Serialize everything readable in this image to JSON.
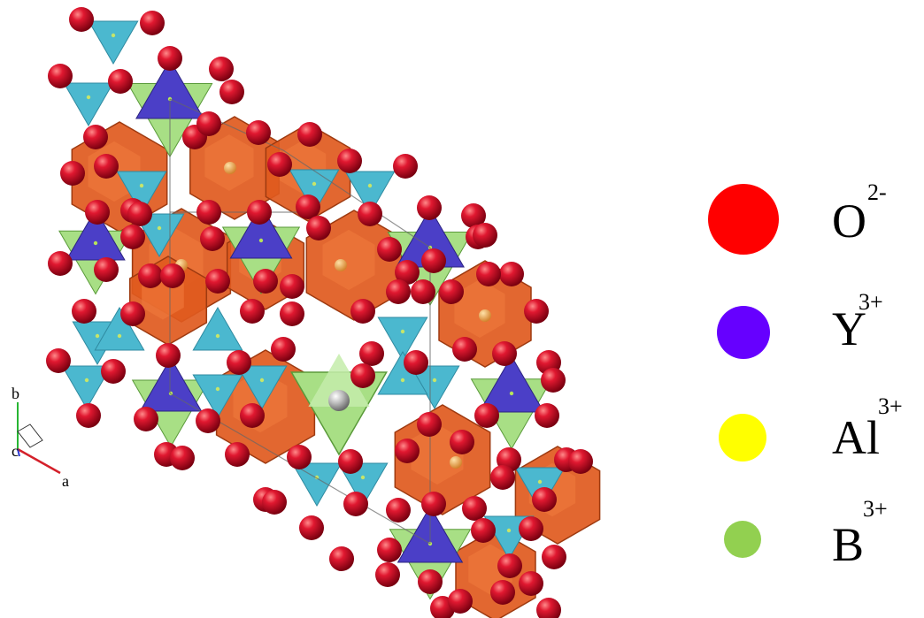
{
  "legend": [
    {
      "symbol": "O",
      "charge": "2-",
      "color": "#ff0000",
      "icon": "oxygen-ion-swatch"
    },
    {
      "symbol": "Y",
      "charge": "3+",
      "color": "#6600ff",
      "icon": "yttrium-ion-swatch"
    },
    {
      "symbol": "Al",
      "charge": "3+",
      "color": "#ffff00",
      "icon": "aluminum-ion-swatch"
    },
    {
      "symbol": "B",
      "charge": "3+",
      "color": "#92d050",
      "icon": "boron-ion-swatch"
    }
  ],
  "axes": {
    "a": "a",
    "b": "b",
    "c": "c"
  },
  "colors": {
    "oxygen": "#d0102a",
    "yttrium_prism": "#4b3fc7",
    "aluminum_octahedron": "#e05a1e",
    "boron_triangle": "#4bb8cf",
    "prism_side": "#a8df85"
  }
}
